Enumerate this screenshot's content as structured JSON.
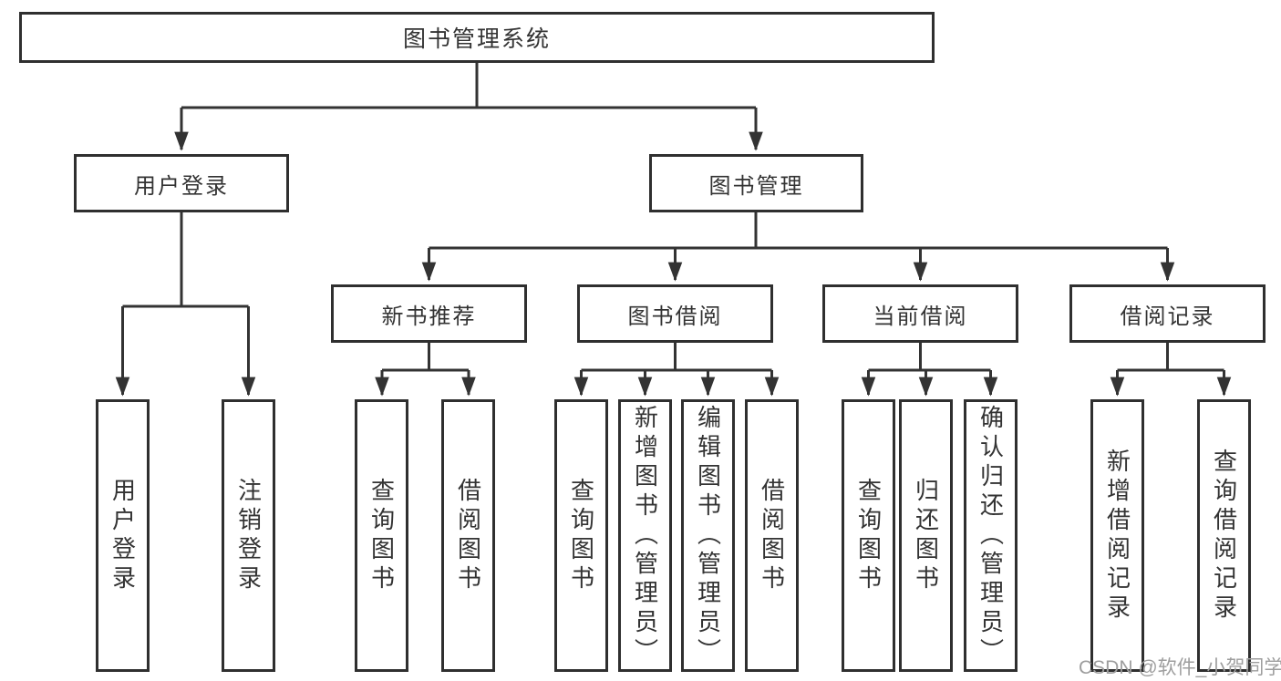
{
  "diagram_type": "hierarchy-tree",
  "colors": {
    "line": "#333333",
    "box_border": "#2f2f2f",
    "text": "#333333",
    "background": "#ffffff",
    "watermark": "#9e9e9e"
  },
  "nodes": {
    "root": "图书管理系统",
    "login": "用户登录",
    "book_mgmt": "图书管理",
    "new_book_rec": "新书推荐",
    "book_borrow": "图书借阅",
    "current_borrow": "当前借阅",
    "borrow_record": "借阅记录",
    "leaves": {
      "user_login": "用户登录",
      "logout": "注销登录",
      "rec_query_book": "查询图书",
      "rec_borrow_book": "借阅图书",
      "bb_query_book": "查询图书",
      "bb_add_book": "新增图书（管理员）",
      "bb_edit_book": "编辑图书（管理员）",
      "bb_borrow_book": "借阅图书",
      "cb_query_book": "查询图书",
      "cb_return_book": "归还图书",
      "cb_confirm_return": "确认归还（管理员）",
      "br_add_record": "新增借阅记录",
      "br_query_record": "查询借阅记录"
    }
  },
  "tree": {
    "图书管理系统": {
      "用户登录": [
        "用户登录",
        "注销登录"
      ],
      "图书管理": {
        "新书推荐": [
          "查询图书",
          "借阅图书"
        ],
        "图书借阅": [
          "查询图书",
          "新增图书（管理员）",
          "编辑图书（管理员）",
          "借阅图书"
        ],
        "当前借阅": [
          "查询图书",
          "归还图书",
          "确认归还（管理员）"
        ],
        "借阅记录": [
          "新增借阅记录",
          "查询借阅记录"
        ]
      }
    }
  },
  "watermark": "CSDN @软件_小贺同学"
}
